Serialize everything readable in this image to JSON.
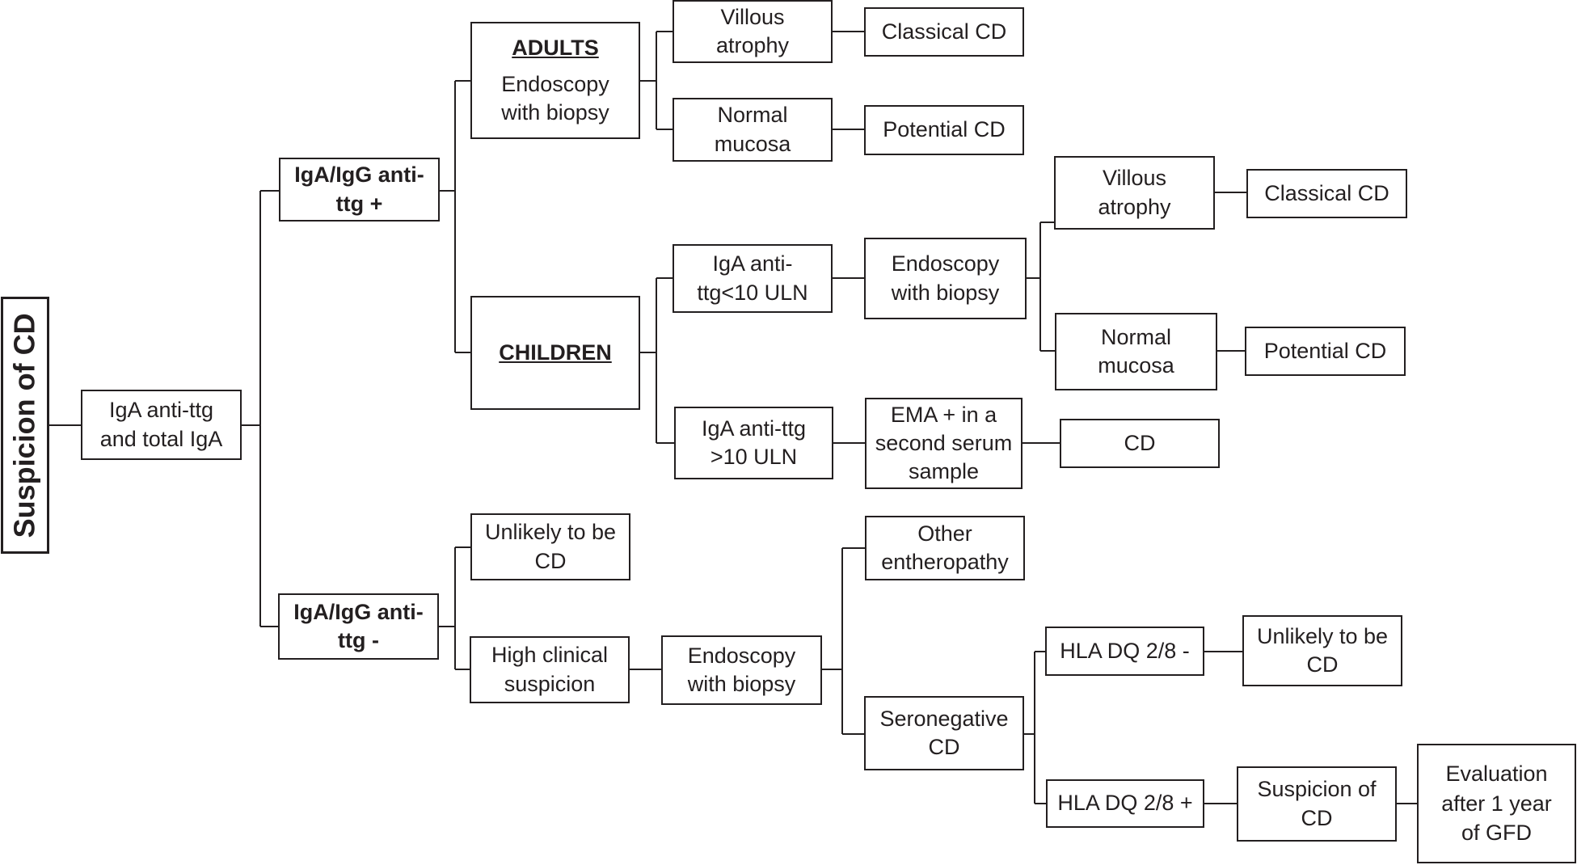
{
  "diagram": {
    "root": "Suspicion of CD",
    "test": "IgA anti-ttg\nand total IgA",
    "positive": "IgA/IgG anti-\nttg +",
    "negative": "IgA/IgG anti-\nttg -",
    "adults": {
      "heading": "ADULTS",
      "text": "Endoscopy\nwith biopsy",
      "villous_atrophy": "Villous\natrophy",
      "classical_cd": "Classical CD",
      "normal_mucosa": "Normal\nmucosa",
      "potential_cd": "Potential CD"
    },
    "children": {
      "heading": "CHILDREN",
      "low_titer": "IgA anti-\nttg<10 ULN",
      "endoscopy": "Endoscopy\nwith biopsy",
      "villous_atrophy": "Villous\natrophy",
      "classical_cd": "Classical CD",
      "normal_mucosa": "Normal\nmucosa",
      "potential_cd": "Potential CD",
      "high_titer": "IgA anti-ttg\n>10 ULN",
      "ema": "EMA + in a\nsecond serum\nsample",
      "cd": "CD"
    },
    "neg_branch": {
      "unlikely": "Unlikely to be\nCD",
      "high_clinical": "High clinical\nsuspicion",
      "endoscopy": "Endoscopy\nwith biopsy",
      "other": "Other\nentheropathy",
      "seronegative": "Seronegative\nCD",
      "hla_neg": "HLA DQ 2/8 -",
      "hla_neg_result": "Unlikely to be\nCD",
      "hla_pos": "HLA DQ 2/8 +",
      "suspicion": "Suspicion of\nCD",
      "evaluation": "Evaluation\nafter 1 year\nof GFD"
    }
  }
}
